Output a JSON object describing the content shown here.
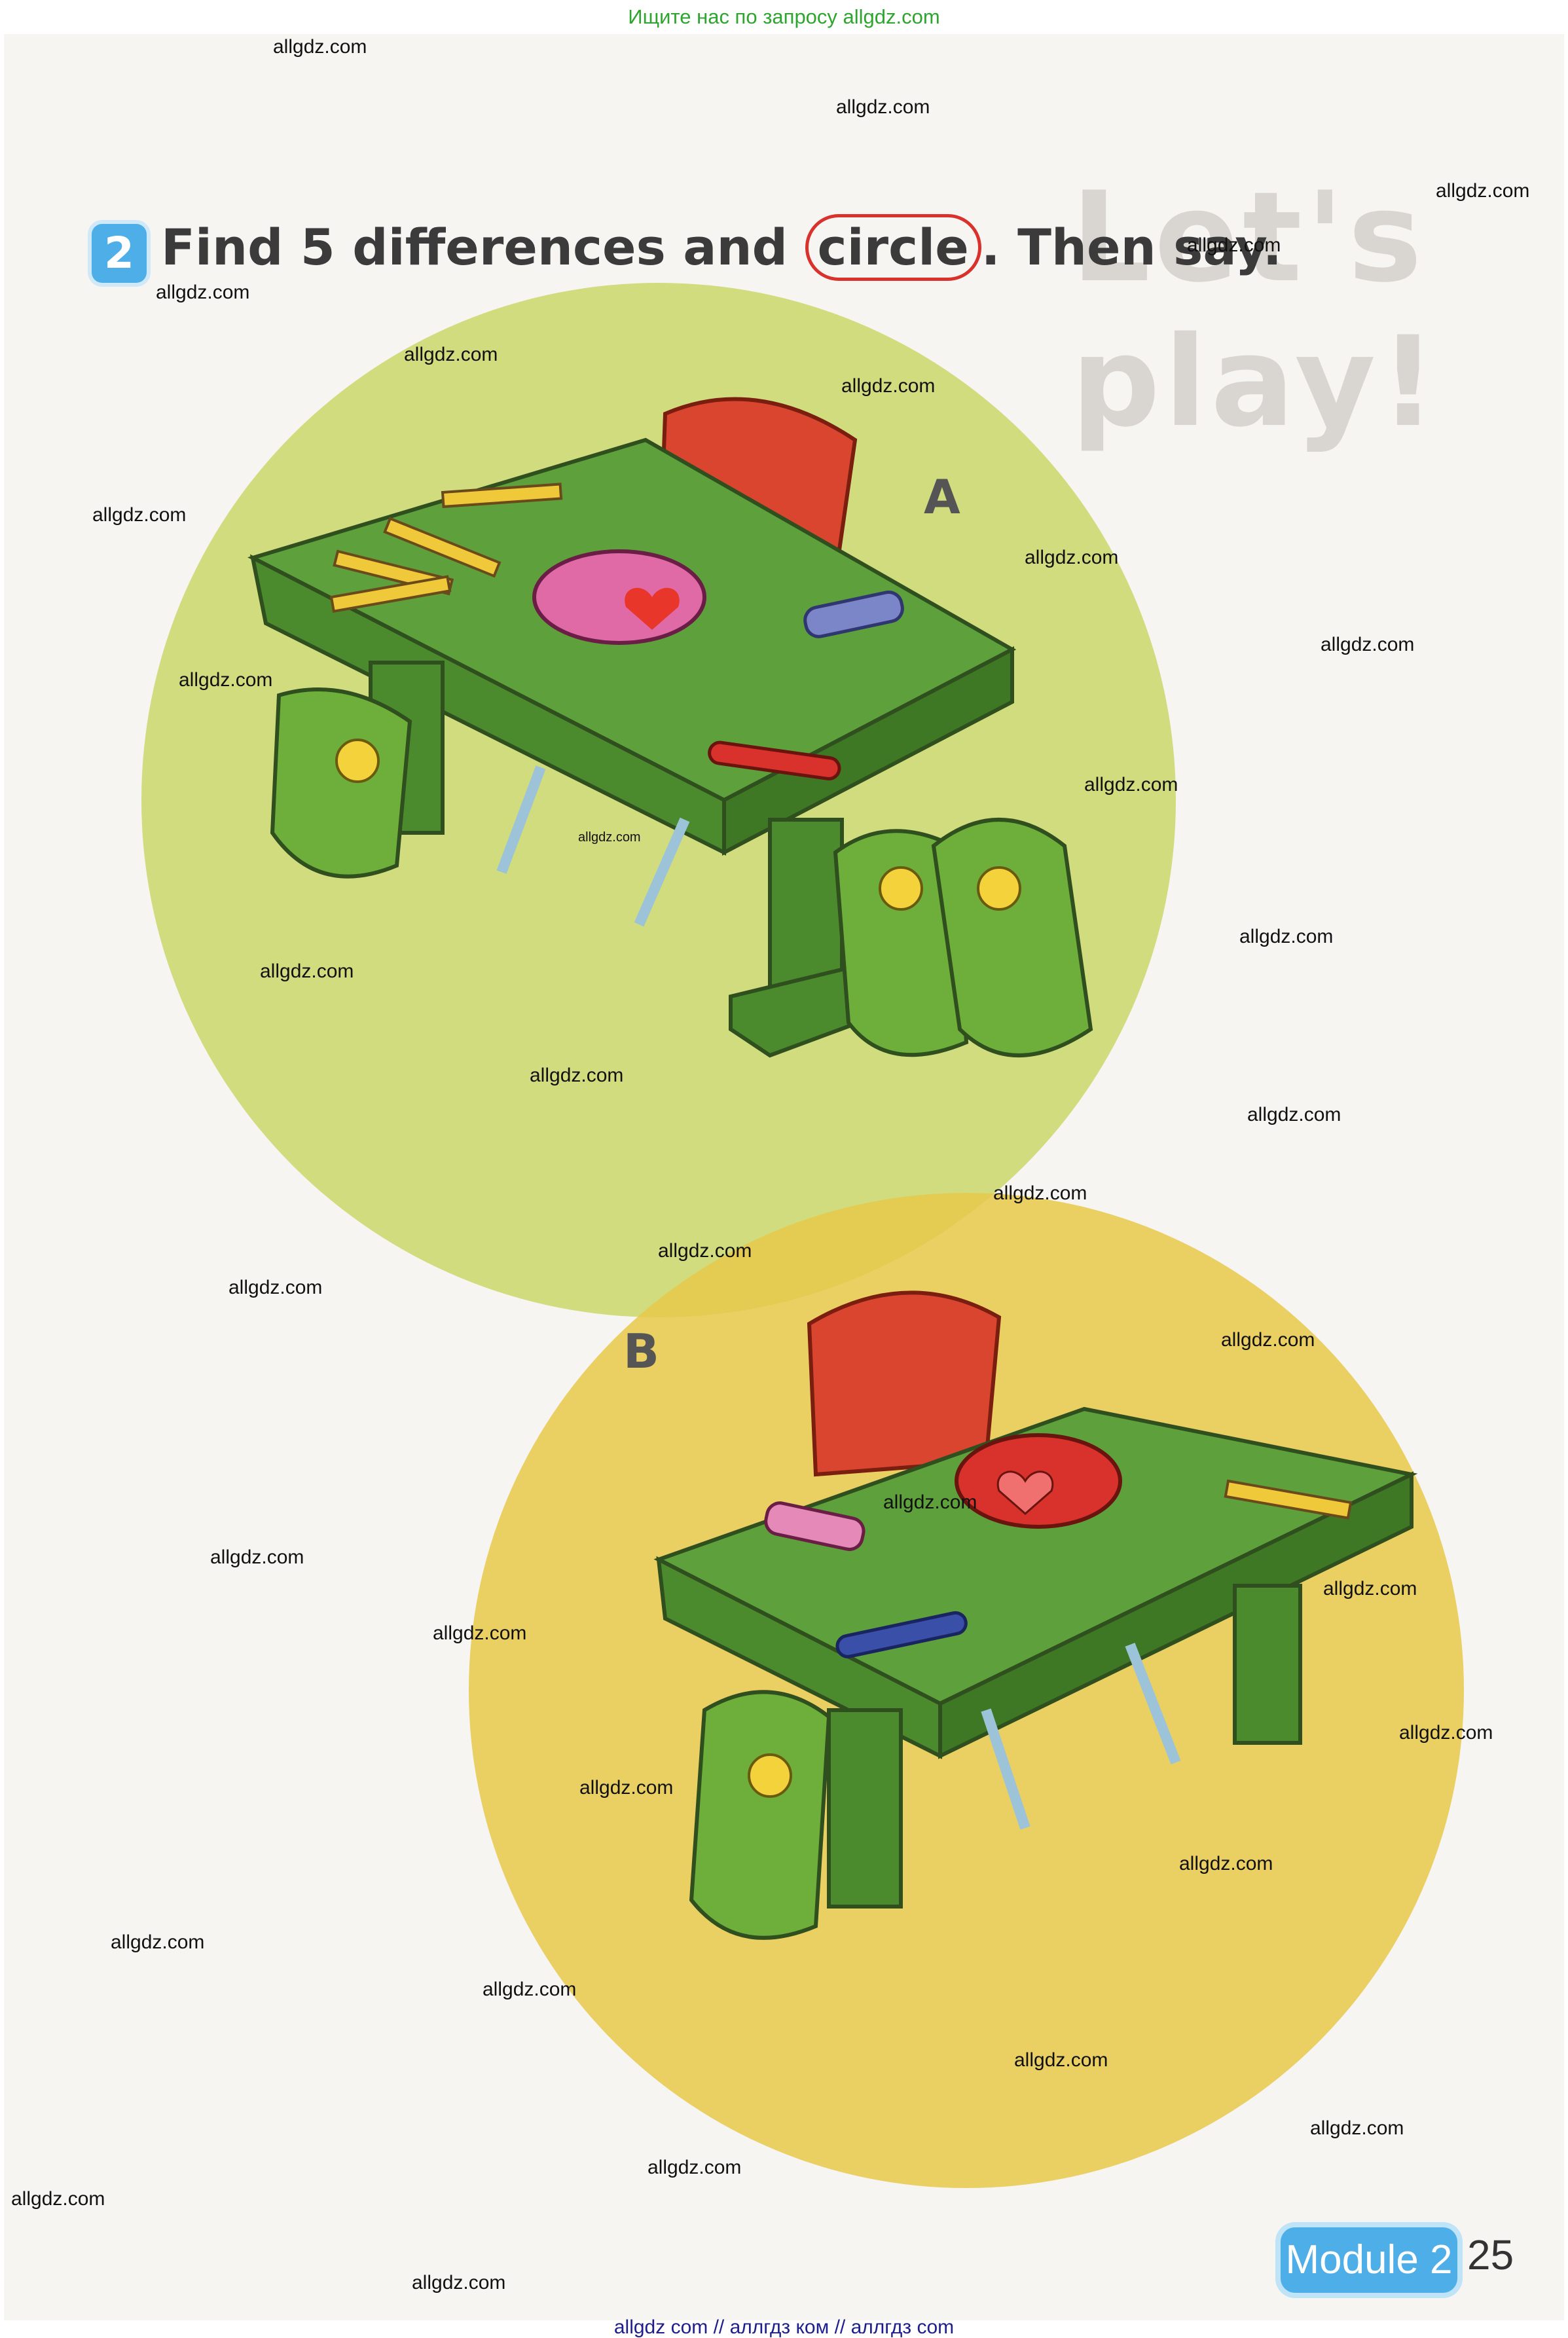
{
  "banner_top": "Ищите нас по запросу allgdz.com",
  "task": {
    "number": "2",
    "text_before": "Find 5 differences and ",
    "circled_word": "circle",
    "text_after": ". Then say."
  },
  "background_text": "Let's play!",
  "scenes": {
    "a": {
      "label": "A",
      "circle_color": "#c9d768"
    },
    "b": {
      "label": "B",
      "circle_color": "#e8c84a"
    }
  },
  "watermarks": [
    "allgdz.com",
    "allgdz.com",
    "allgdz.com",
    "allgdz.com",
    "allgdz.com",
    "allgdz.com",
    "allgdz.com",
    "allgdz.com",
    "allgdz.com",
    "allgdz.com",
    "allgdz.com",
    "allgdz.com",
    "allgdz.com",
    "allgdz.com",
    "allgdz.com",
    "allgdz.com",
    "allgdz.com",
    "allgdz.com",
    "allgdz.com",
    "allgdz.com",
    "allgdz.com",
    "allgdz.com",
    "allgdz.com",
    "allgdz.com",
    "allgdz.com",
    "allgdz.com",
    "allgdz.com",
    "allgdz.com",
    "allgdz.com",
    "allgdz.com",
    "allgdz.com",
    "allgdz.com",
    "allgdz.com",
    "allgdz.com",
    "allgdz.com"
  ],
  "footer": {
    "module": "Module 2",
    "page": "25"
  },
  "banner_bottom": "allgdz com  //  аллгдз ком  //  аллгдз com"
}
